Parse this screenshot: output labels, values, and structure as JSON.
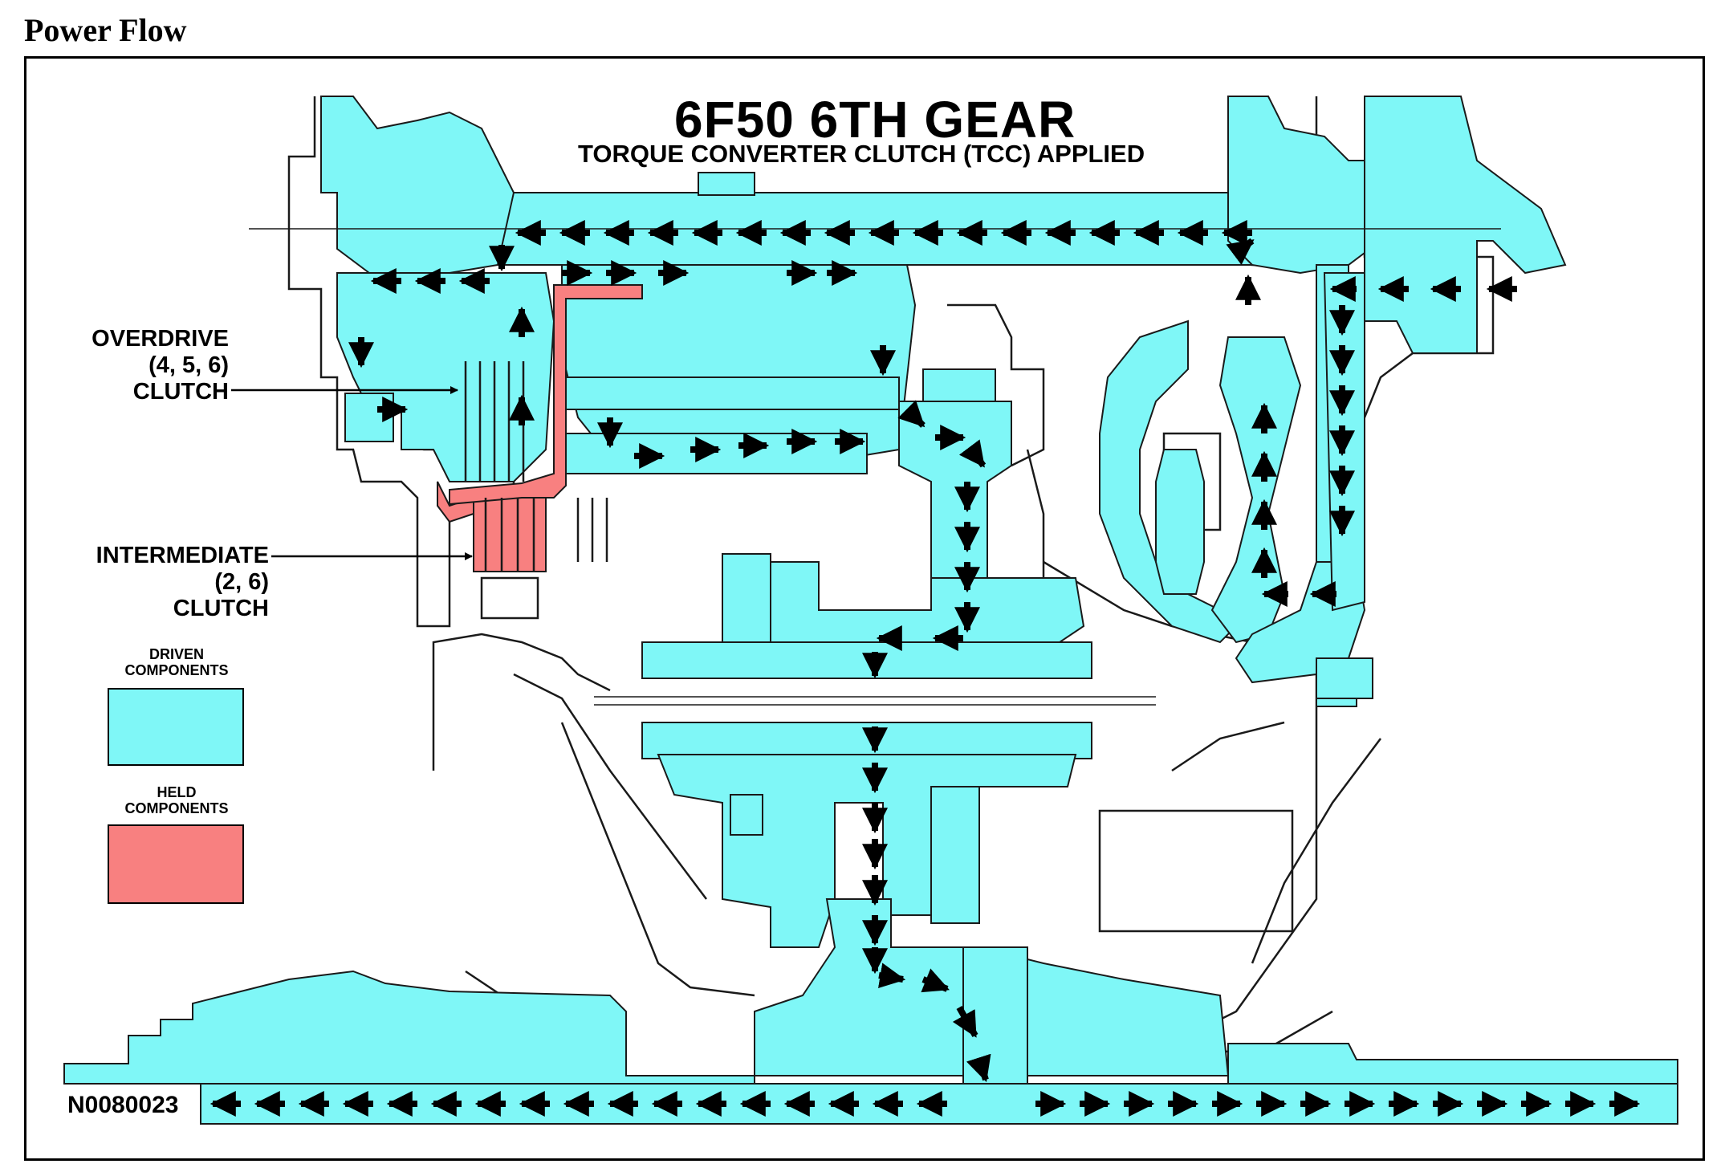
{
  "header": {
    "section_title": "Power Flow"
  },
  "diagram": {
    "title": "6F50 6TH GEAR",
    "subtitle": "TORQUE CONVERTER CLUTCH (TCC) APPLIED",
    "figure_id": "N0080023",
    "colors": {
      "driven": "#7ff7f7",
      "held": "#f88080",
      "line": "#1a1a1a",
      "arrow": "#000000"
    },
    "callouts": {
      "overdrive": {
        "line1": "OVERDRIVE",
        "line2": "(4, 5, 6)",
        "line3": "CLUTCH"
      },
      "intermediate": {
        "line1": "INTERMEDIATE",
        "line2": "(2, 6)",
        "line3": "CLUTCH"
      }
    },
    "legend": {
      "driven": {
        "line1": "DRIVEN",
        "line2": "COMPONENTS"
      },
      "held": {
        "line1": "HELD",
        "line2": "COMPONENTS"
      }
    }
  }
}
